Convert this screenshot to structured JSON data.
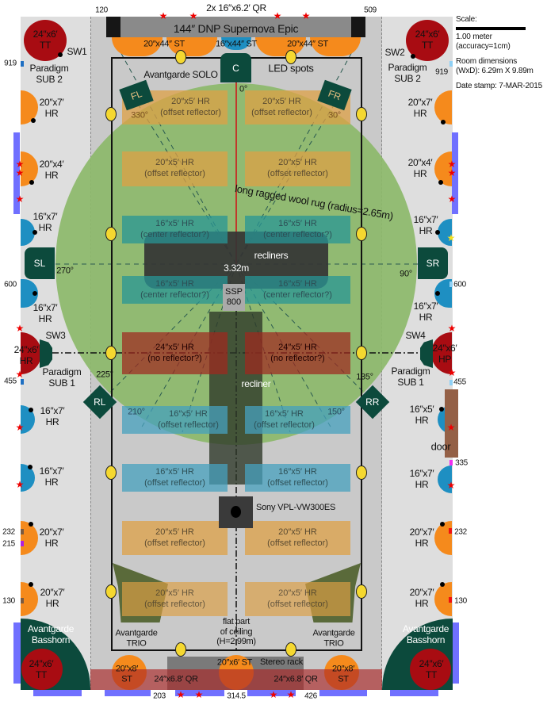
{
  "top": {
    "qr_label": "2x 16″x6.2′ QR",
    "mark_left": "120",
    "mark_right": "509",
    "screen": "144″ DNP Supernova Epic"
  },
  "info": {
    "scale": "Scale:",
    "meter": "1.00 meter",
    "accuracy": "(accuracy=1cm)",
    "dims_title": "Room dimensions",
    "dims": "(WxD): 6.29m X 9.89m",
    "date": "Date stamp: 7-MAR-2015"
  },
  "front": {
    "st_left": "20″x44″ ST",
    "st_center": "16″x44″ ST",
    "st_right": "20″x44″ ST",
    "center": "C",
    "solo": "Avantgarde SOLO",
    "led": "LED spots",
    "fl": "FL",
    "fr": "FR"
  },
  "angles": {
    "a0": "0°",
    "a330": "330°",
    "a30": "30°",
    "a270": "270°",
    "a90": "90°",
    "a225": "225°",
    "a135": "135°",
    "a210": "210°",
    "a150": "150°"
  },
  "rug": "long ragged wool rug (radius=2.65m)",
  "seating": {
    "recliners": "recliners",
    "distance": "3.32m",
    "ssp1": "SSP",
    "ssp2": "800",
    "recliner": "recliner"
  },
  "rows": [
    {
      "l": "20″x5′ HR",
      "n": "(offset reflector)"
    },
    {
      "l": "20″x5′ HR",
      "n": "(offset reflector)"
    },
    {
      "l": "20″x5′ HR",
      "n": "(offset reflector)"
    },
    {
      "l": "20″x5′ HR",
      "n": "(offset reflector)"
    },
    {
      "l": "16″x5′ HR",
      "n": "(center reflector?)"
    },
    {
      "l": "16″x5′ HR",
      "n": "(center reflector?)"
    },
    {
      "l": "16″x5′ HR",
      "n": "(center reflector?)"
    },
    {
      "l": "16″x5′ HR",
      "n": "(center reflector?)"
    },
    {
      "l": "24″x5′ HR",
      "n": "(no reflector?)"
    },
    {
      "l": "24″x5′ HR",
      "n": "(no reflector?)"
    },
    {
      "l": "16″x5′ HR",
      "n": "(offset reflector)"
    },
    {
      "l": "16″x5′ HR",
      "n": "(offset reflector)"
    },
    {
      "l": "16″x5′ HR",
      "n": "(offset reflector)"
    },
    {
      "l": "16″x5′ HR",
      "n": "(offset reflector)"
    },
    {
      "l": "20″x5′ HR",
      "n": "(offset reflector)"
    },
    {
      "l": "20″x5′ HR",
      "n": "(offset reflector)"
    },
    {
      "l": "20″x5′ HR",
      "n": "(offset reflector)"
    },
    {
      "l": "20″x5′ HR",
      "n": "(offset reflector)"
    }
  ],
  "left": {
    "tt_top": "24″x6′",
    "tt_top2": "TT",
    "sw1": "SW1",
    "sub2a": "Paradigm",
    "sub2b": "SUB 2",
    "m919": "919",
    "hr1a": "20″x7′",
    "hr1b": "HR",
    "hr2a": "20″x4′",
    "hr2b": "HR",
    "hr3a": "16″x7′",
    "hr3b": "HR",
    "sl": "SL",
    "m600": "600",
    "hr4a": "16″x7′",
    "hr4b": "HR",
    "sw3": "SW3",
    "sw3a": "24″x6′",
    "sw3b": "HR",
    "sub1a": "Paradigm",
    "sub1b": "SUB 1",
    "m455": "455",
    "rl": "RL",
    "hr5a": "16″x7′",
    "hr5b": "HR",
    "hr6a": "16″x7′",
    "hr6b": "HR",
    "hr7a": "20″x7′",
    "hr7b": "HR",
    "m232": "232",
    "m215": "215",
    "hr8a": "20″x7′",
    "hr8b": "HR",
    "m130": "130",
    "bh1": "Avantgarde",
    "bh2": "Basshorn",
    "tt_bot": "24″x6′",
    "tt_bot2": "TT"
  },
  "right": {
    "tt_top": "24″x6′",
    "tt_top2": "TT",
    "sw2": "SW2",
    "sub2a": "Paradigm",
    "sub2b": "SUB 2",
    "m919": "919",
    "hr1a": "20″x7′",
    "hr1b": "HR",
    "hr2a": "20″x4′",
    "hr2b": "HR",
    "hr3a": "16″x7′",
    "hr3b": "HR",
    "sr": "SR",
    "m600": "600",
    "hr4a": "16″x7′",
    "hr4b": "HR",
    "sw4": "SW4",
    "sw4a": "24″x6′",
    "sw4b": "HP",
    "sub1a": "Paradigm",
    "sub1b": "SUB 1",
    "m455": "455",
    "rr": "RR",
    "hr5a": "16″x5′",
    "hr5b": "HR",
    "door": "door",
    "m335": "335",
    "hr6a": "16″x7′",
    "hr6b": "HR",
    "hr7a": "20″x7′",
    "hr7b": "HR",
    "m232": "232",
    "hr8a": "20″x7′",
    "hr8b": "HR",
    "m130": "130",
    "bh1": "Avantgarde",
    "bh2": "Basshorn",
    "tt_bot": "24″x6′",
    "tt_bot2": "TT"
  },
  "rear": {
    "projector": "Sony VPL-VW300ES",
    "trio_l1": "Avantgarde",
    "trio_l2": "TRIO",
    "trio_r1": "Avantgarde",
    "trio_r2": "TRIO",
    "ceil1": "flat part",
    "ceil2": "of ceiling",
    "ceil3": "(H=2.99m)",
    "rack": "Stereo rack",
    "st_center": "20″x6′ ST",
    "st_left1": "20″x8′",
    "st_left2": "ST",
    "st_right1": "20″x8′",
    "st_right2": "ST",
    "qr_left": "24″x6.8′ QR",
    "qr_right": "24″x6.8′ QR",
    "m203": "203",
    "m314": "314.5",
    "m426": "426"
  },
  "colors": {
    "green_rug": "#8cb96a",
    "speaker": "#0c4a3c",
    "orange": "#f58a1c",
    "blue": "#1e8fc2",
    "red": "#a80c12",
    "absorber": "#7070ff"
  }
}
